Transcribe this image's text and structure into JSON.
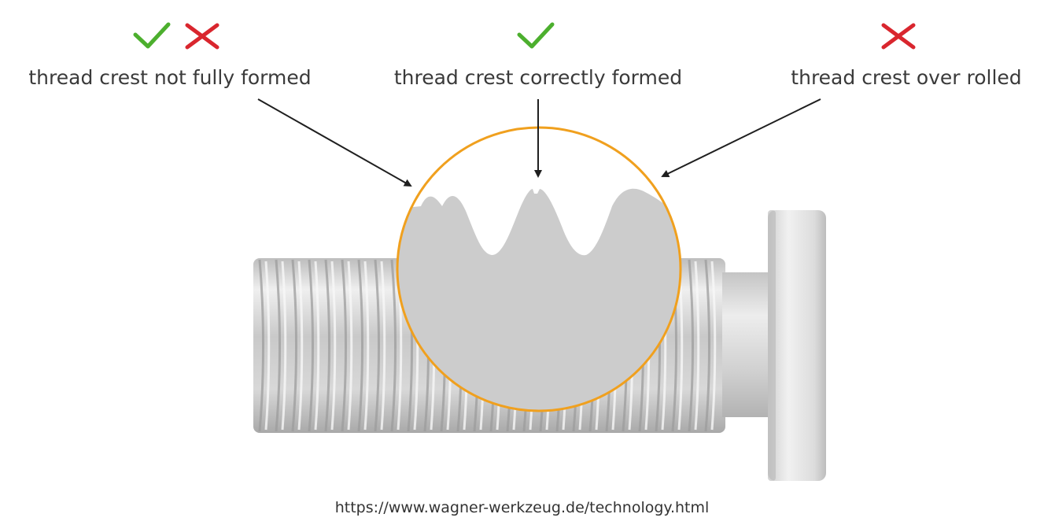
{
  "labels": {
    "left": "thread crest not fully formed",
    "center": "thread crest correctly formed",
    "right": "thread crest over rolled"
  },
  "marks": {
    "left": [
      "check",
      "cross"
    ],
    "center": [
      "check"
    ],
    "right": [
      "cross"
    ]
  },
  "source_url": "https://www.wagner-werkzeug.de/technology.html",
  "colors": {
    "check": "#4caf2e",
    "cross": "#d9262e",
    "circle": "#f0a01e",
    "arrow": "#1f1f1f",
    "metal": "#c7c7c7"
  },
  "icons": [
    "check-mark-icon",
    "cross-mark-icon",
    "arrow-icon"
  ]
}
